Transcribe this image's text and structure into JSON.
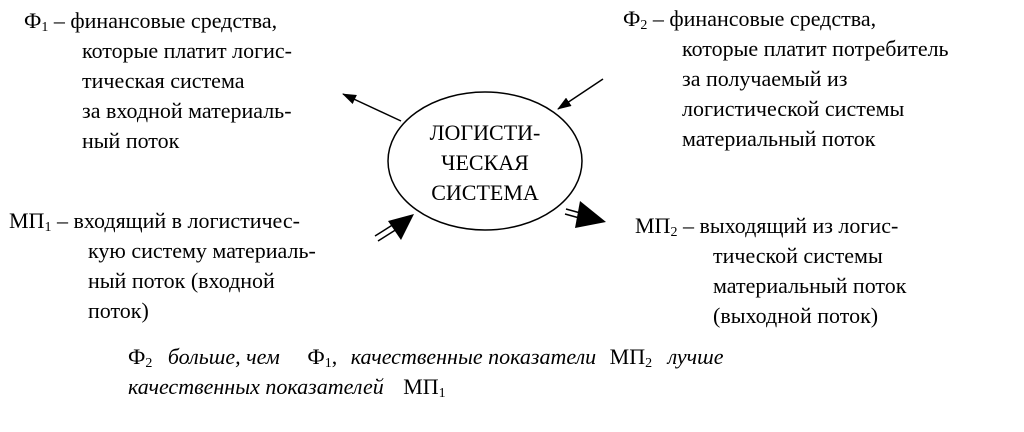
{
  "center": {
    "lines": [
      "ЛОГИСТИ-",
      "ЧЕСКАЯ",
      "СИСТЕМА"
    ]
  },
  "f1": {
    "symbol": "Ф",
    "sub": "1",
    "first": " – финансовые средства,",
    "rest": [
      "которые платит логис-",
      "тическая система",
      "за входной материаль-",
      "ный поток"
    ]
  },
  "f2": {
    "symbol": "Ф",
    "sub": "2",
    "first": " – финансовые средства,",
    "rest": [
      "которые платит потребитель",
      "за получаемый из",
      "логистической системы",
      "материальный поток"
    ]
  },
  "mp1": {
    "symbol": "МП",
    "sub": "1",
    "first": " – входящий в логистичес-",
    "rest": [
      "кую систему материаль-",
      "ный поток (входной",
      "поток)"
    ]
  },
  "mp2": {
    "symbol": "МП",
    "sub": "2",
    "first": " – выходящий из логис-",
    "rest": [
      "тической системы",
      "материальный поток",
      "(выходной поток)"
    ]
  },
  "summary": {
    "line1": {
      "sym_a": "Ф",
      "sub_a": "2",
      "text_a": "больше, чем",
      "sym_b": "Ф",
      "sub_b": "1",
      "comma": ",",
      "text_b": "качественные показатели",
      "sym_c": "МП",
      "sub_c": "2",
      "text_c": "лучше"
    },
    "line2": {
      "text": "качественных показателей",
      "sym": "МП",
      "sub": "1"
    }
  }
}
